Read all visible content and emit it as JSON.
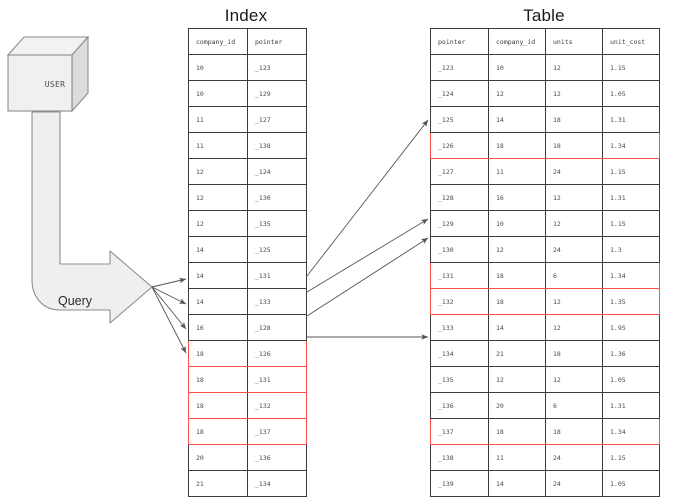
{
  "diagram": {
    "user_label": "USER",
    "query_label": "Query",
    "index": {
      "title": "Index",
      "columns": [
        "company_id",
        "pointer"
      ],
      "rows": [
        {
          "company_id": "10",
          "pointer": "_123",
          "highlight": false
        },
        {
          "company_id": "10",
          "pointer": "_129",
          "highlight": false
        },
        {
          "company_id": "11",
          "pointer": "_127",
          "highlight": false
        },
        {
          "company_id": "11",
          "pointer": "_138",
          "highlight": false
        },
        {
          "company_id": "12",
          "pointer": "_124",
          "highlight": false
        },
        {
          "company_id": "12",
          "pointer": "_130",
          "highlight": false
        },
        {
          "company_id": "12",
          "pointer": "_135",
          "highlight": false
        },
        {
          "company_id": "14",
          "pointer": "_125",
          "highlight": false
        },
        {
          "company_id": "14",
          "pointer": "_131",
          "highlight": false
        },
        {
          "company_id": "14",
          "pointer": "_133",
          "highlight": false
        },
        {
          "company_id": "16",
          "pointer": "_128",
          "highlight": false
        },
        {
          "company_id": "18",
          "pointer": "_126",
          "highlight": true
        },
        {
          "company_id": "18",
          "pointer": "_131",
          "highlight": true
        },
        {
          "company_id": "18",
          "pointer": "_132",
          "highlight": true
        },
        {
          "company_id": "18",
          "pointer": "_137",
          "highlight": true
        },
        {
          "company_id": "20",
          "pointer": "_136",
          "highlight": false
        },
        {
          "company_id": "21",
          "pointer": "_134",
          "highlight": false
        }
      ]
    },
    "table": {
      "title": "Table",
      "columns": [
        "pointer",
        "company_id",
        "units",
        "unit_cost"
      ],
      "rows": [
        {
          "pointer": "_123",
          "company_id": "10",
          "units": "12",
          "unit_cost": "1.15",
          "highlight": false
        },
        {
          "pointer": "_124",
          "company_id": "12",
          "units": "12",
          "unit_cost": "1.05",
          "highlight": false
        },
        {
          "pointer": "_125",
          "company_id": "14",
          "units": "18",
          "unit_cost": "1.31",
          "highlight": false
        },
        {
          "pointer": "_126",
          "company_id": "18",
          "units": "18",
          "unit_cost": "1.34",
          "highlight": true
        },
        {
          "pointer": "_127",
          "company_id": "11",
          "units": "24",
          "unit_cost": "1.15",
          "highlight": false
        },
        {
          "pointer": "_128",
          "company_id": "16",
          "units": "12",
          "unit_cost": "1.31",
          "highlight": false
        },
        {
          "pointer": "_129",
          "company_id": "10",
          "units": "12",
          "unit_cost": "1.15",
          "highlight": false
        },
        {
          "pointer": "_130",
          "company_id": "12",
          "units": "24",
          "unit_cost": "1.3",
          "highlight": false
        },
        {
          "pointer": "_131",
          "company_id": "18",
          "units": "6",
          "unit_cost": "1.34",
          "highlight": true
        },
        {
          "pointer": "_132",
          "company_id": "18",
          "units": "12",
          "unit_cost": "1.35",
          "highlight": true
        },
        {
          "pointer": "_133",
          "company_id": "14",
          "units": "12",
          "unit_cost": "1.95",
          "highlight": false
        },
        {
          "pointer": "_134",
          "company_id": "21",
          "units": "18",
          "unit_cost": "1.36",
          "highlight": false
        },
        {
          "pointer": "_135",
          "company_id": "12",
          "units": "12",
          "unit_cost": "1.05",
          "highlight": false
        },
        {
          "pointer": "_136",
          "company_id": "20",
          "units": "6",
          "unit_cost": "1.31",
          "highlight": false
        },
        {
          "pointer": "_137",
          "company_id": "18",
          "units": "18",
          "unit_cost": "1.34",
          "highlight": true
        },
        {
          "pointer": "_138",
          "company_id": "11",
          "units": "24",
          "unit_cost": "1.15",
          "highlight": false
        },
        {
          "pointer": "_139",
          "company_id": "14",
          "units": "24",
          "unit_cost": "1.05",
          "highlight": false
        }
      ]
    },
    "colors": {
      "highlight": "#fc4c4c",
      "shape_fill": "#f0f0f0",
      "shape_stroke": "#8c8c8c",
      "grid_line": "#3c3c3c",
      "arrow": "#555555"
    }
  }
}
